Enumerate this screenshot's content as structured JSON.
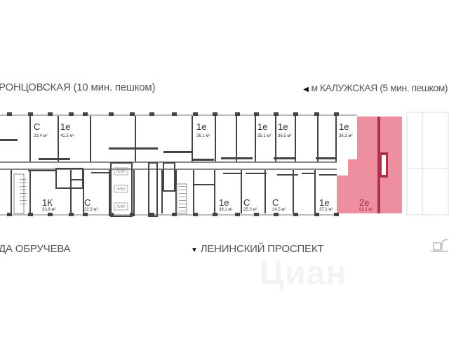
{
  "streets": {
    "top_left": "РОНЦОВСКАЯ  (10 мин. пешком)",
    "top_right": "м КАЛУЖСКАЯ (5 мин. пешком)",
    "bottom_left": "ДА ОБРУЧЕВА",
    "bottom_center": "ЛЕНИНСКИЙ ПРОСПЕКТ"
  },
  "apartments_top": [
    {
      "type": "С",
      "area": "23.4 м²"
    },
    {
      "type": "1е",
      "area": "41.5 м²"
    },
    {
      "type": "1е",
      "area": "36.1 м²"
    },
    {
      "type": "1е",
      "area": "35.1 м²"
    },
    {
      "type": "1е",
      "area": "36.5 м²"
    },
    {
      "type": "1е",
      "area": "36.2 м²"
    }
  ],
  "apartments_bottom": [
    {
      "type": "1К",
      "area": "33.8 м²"
    },
    {
      "type": "С",
      "area": "22.3 м²"
    },
    {
      "type": "1е",
      "area": "39.1 м²"
    },
    {
      "type": "С",
      "area": "25.3 м²"
    },
    {
      "type": "С",
      "area": "24.5 м²"
    },
    {
      "type": "1е",
      "area": "37.1 м²"
    },
    {
      "type": "2е",
      "area": "81.1 м²"
    }
  ],
  "lifts": [
    "ЛИФТ",
    "ЛИФТ",
    "ЛИФТ"
  ],
  "highlight_color": "#ee8f9f",
  "watermark": "Циан"
}
